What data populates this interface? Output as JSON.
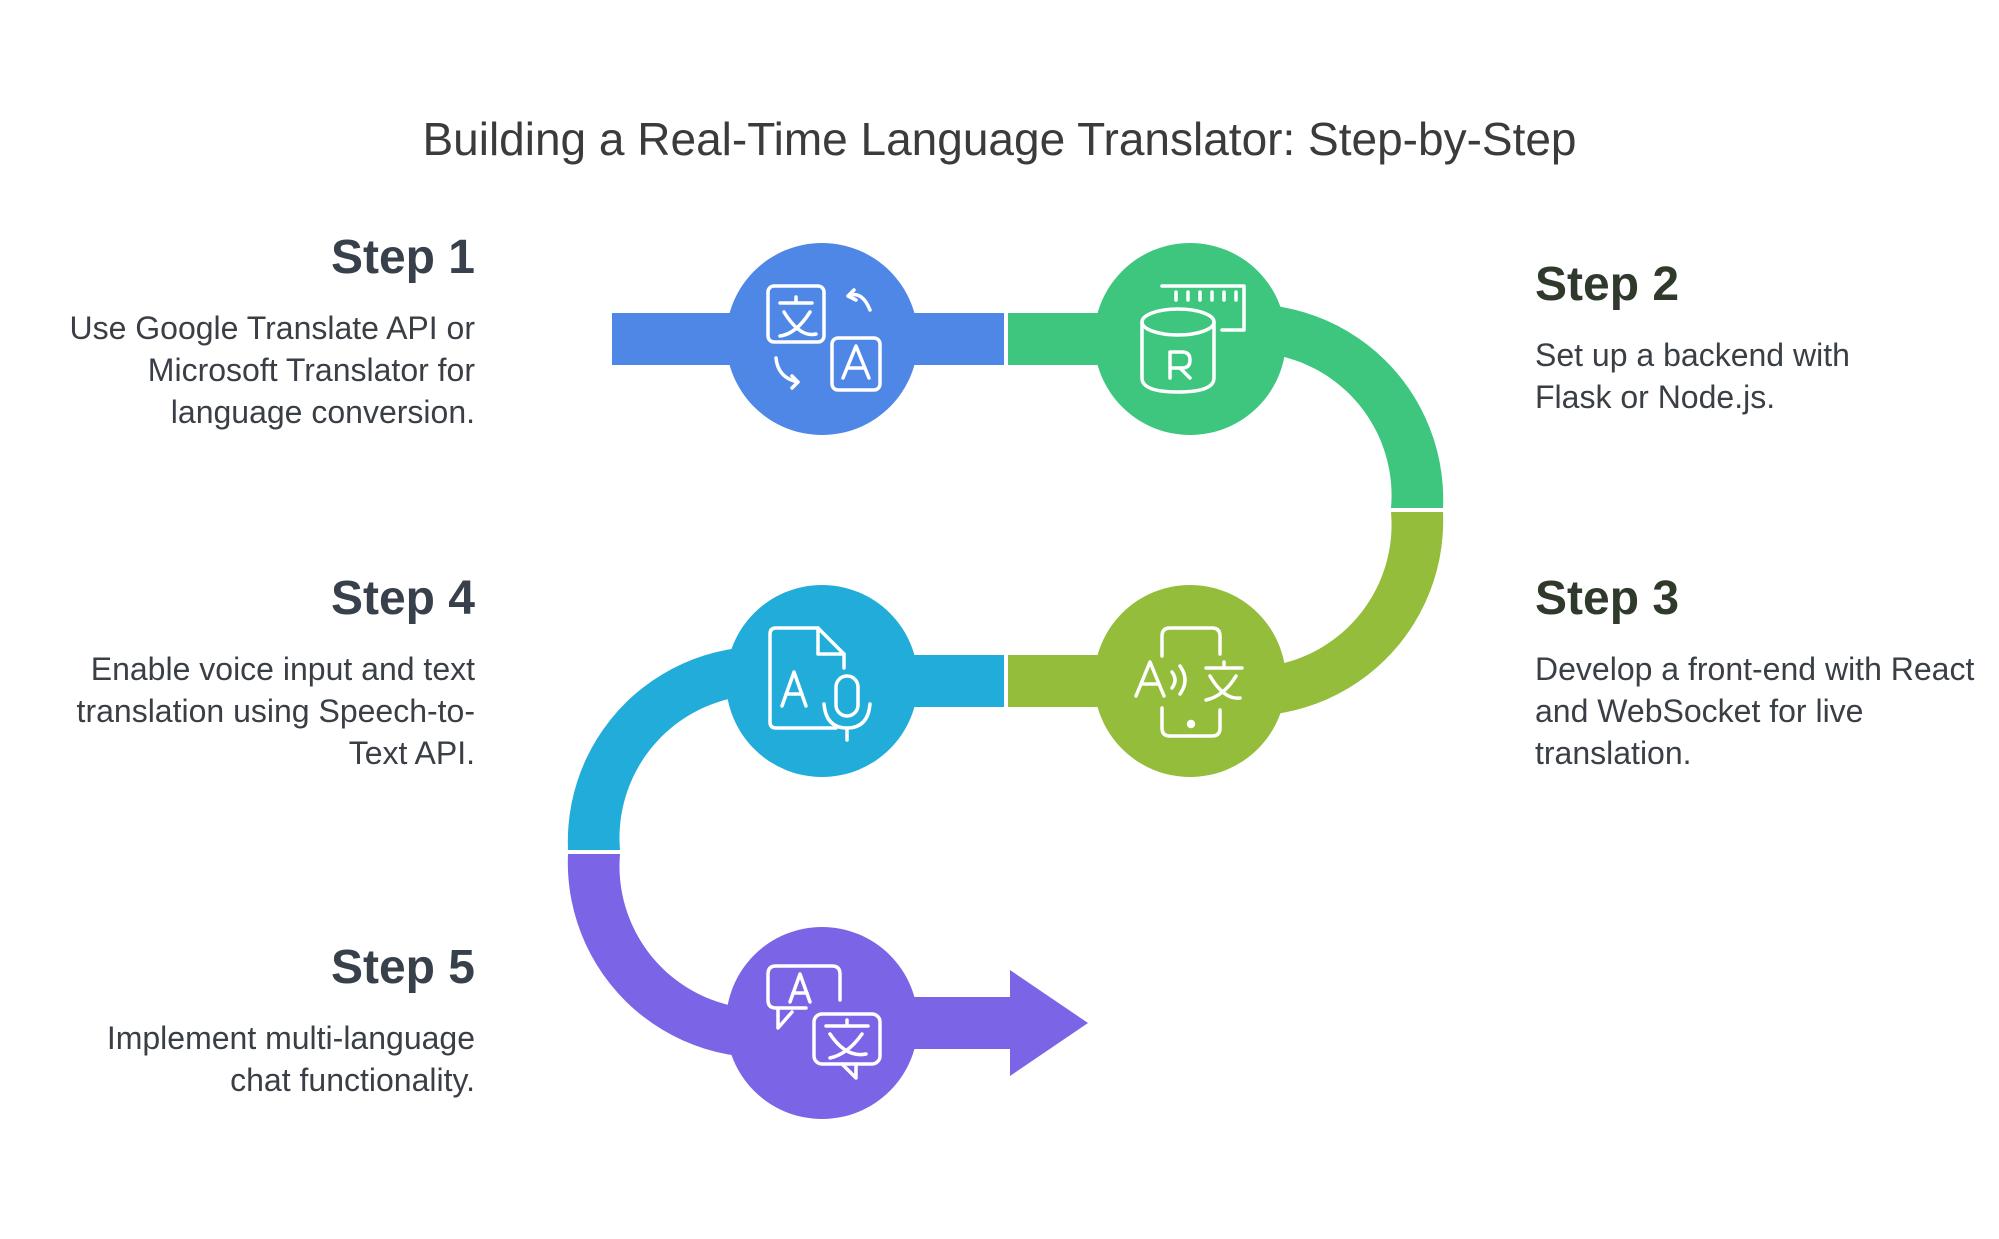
{
  "title": "Building a Real-Time Language Translator: Step-by-Step",
  "colors": {
    "step1": "#4f87e6",
    "step2": "#3ec67f",
    "step3": "#93bd3a",
    "step4": "#22acd9",
    "step5": "#7b64e6",
    "heading_left": "#38404c",
    "heading_right": "#2f3a2c",
    "text": "#3a3f46"
  },
  "steps": [
    {
      "heading": "Step 1",
      "text": "Use Google Translate API or Microsoft Translator for language conversion.",
      "icon": "translate-icon"
    },
    {
      "heading": "Step 2",
      "text": "Set up a backend with Flask or Node.js.",
      "icon": "database-server-icon"
    },
    {
      "heading": "Step 3",
      "text": "Develop a front-end with React and WebSocket for live translation.",
      "icon": "phone-translate-icon"
    },
    {
      "heading": "Step 4",
      "text": "Enable voice input and text translation using Speech-to-Text API.",
      "icon": "voice-document-icon"
    },
    {
      "heading": "Step 5",
      "text": "Implement multi-language chat functionality.",
      "icon": "chat-translate-icon"
    }
  ]
}
